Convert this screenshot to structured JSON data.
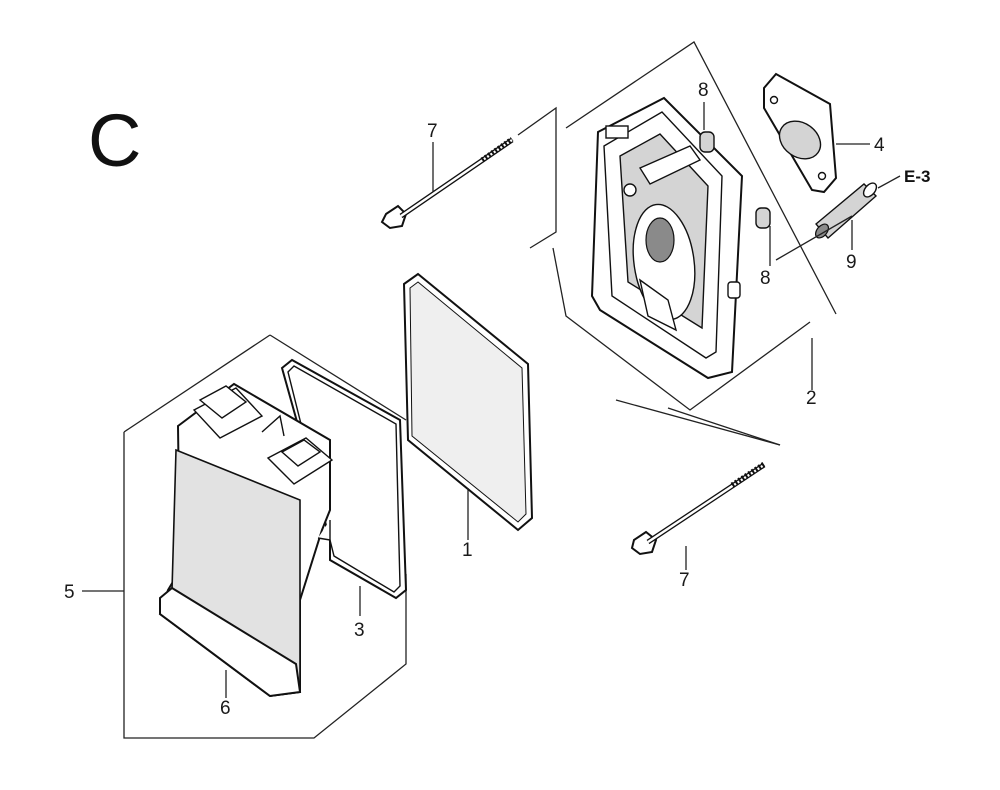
{
  "diagram": {
    "section_letter": "C",
    "cross_reference": "E-3",
    "callouts": {
      "air_filter_element": "1",
      "air_cleaner_case": "2",
      "case_packing": "3",
      "gasket": "4",
      "cover_assembly": "5",
      "cover": "6",
      "bolt_upper": "7",
      "bolt_lower": "7",
      "collar_upper": "8",
      "collar_lower": "8",
      "breather_tube": "9"
    }
  }
}
